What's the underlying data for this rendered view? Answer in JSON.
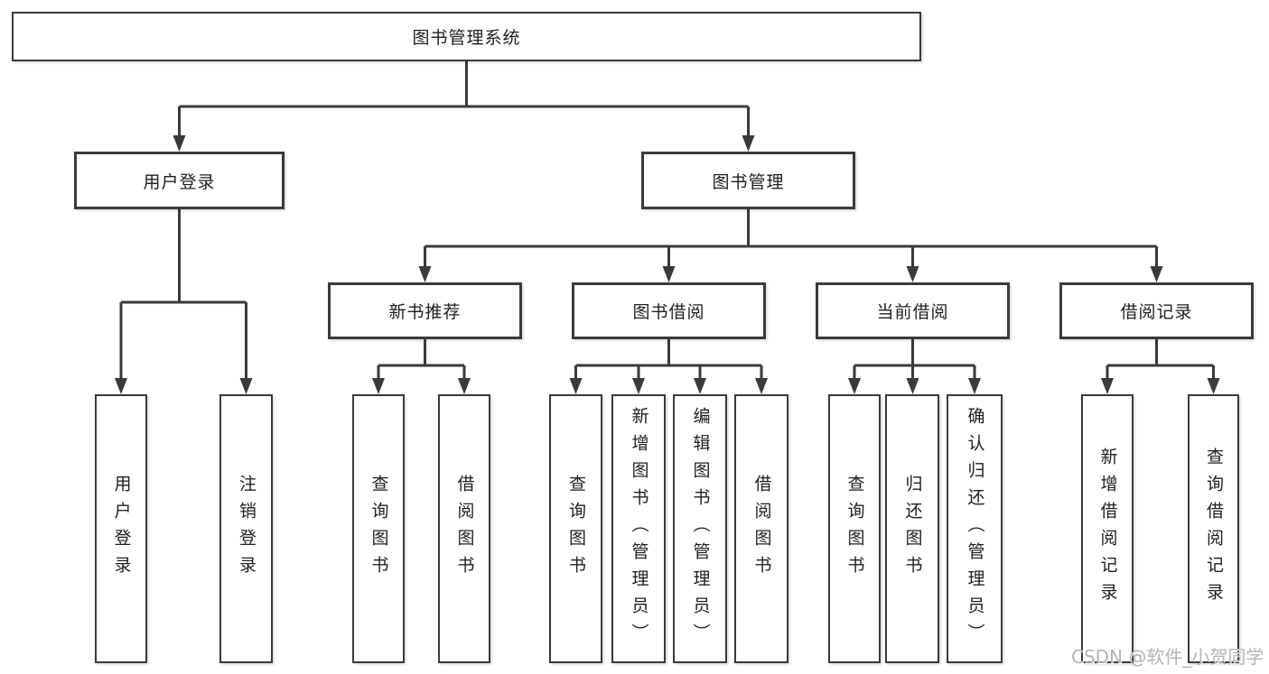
{
  "nodes": {
    "root": "图书管理系统",
    "l2_user_login": "用户登录",
    "l2_book_mgmt": "图书管理",
    "l3_new_book": "新书推荐",
    "l3_book_borrow": "图书借阅",
    "l3_current_borrow": "当前借阅",
    "l3_borrow_records": "借阅记录",
    "leaf_user_login": "用户登录",
    "leaf_logout": "注销登录",
    "leaf_query_book_a": "查询图书",
    "leaf_borrow_book_a": "借阅图书",
    "leaf_query_book_b": "查询图书",
    "leaf_add_book_admin": "新增图书（管理员）",
    "leaf_edit_book_admin": "编辑图书（管理员）",
    "leaf_borrow_book_b": "借阅图书",
    "leaf_query_book_c": "查询图书",
    "leaf_return_book": "归还图书",
    "leaf_confirm_return_admin": "确认归还（管理员）",
    "leaf_add_borrow_record": "新增借阅记录",
    "leaf_query_borrow_record": "查询借阅记录"
  },
  "hierarchy": {
    "图书管理系统": [
      "用户登录",
      "图书管理"
    ],
    "用户登录": [
      "用户登录",
      "注销登录"
    ],
    "图书管理": [
      "新书推荐",
      "图书借阅",
      "当前借阅",
      "借阅记录"
    ],
    "新书推荐": [
      "查询图书",
      "借阅图书"
    ],
    "图书借阅": [
      "查询图书",
      "新增图书（管理员）",
      "编辑图书（管理员）",
      "借阅图书"
    ],
    "当前借阅": [
      "查询图书",
      "归还图书",
      "确认归还（管理员）"
    ],
    "借阅记录": [
      "新增借阅记录",
      "查询借阅记录"
    ]
  },
  "watermark": "CSDN @软件_小贺同学",
  "colors": {
    "line": "#3a3a3a",
    "box_border": "#3a3a3a",
    "text": "#1f1f1f",
    "watermark": "#b4b4b4",
    "background": "#ffffff"
  }
}
